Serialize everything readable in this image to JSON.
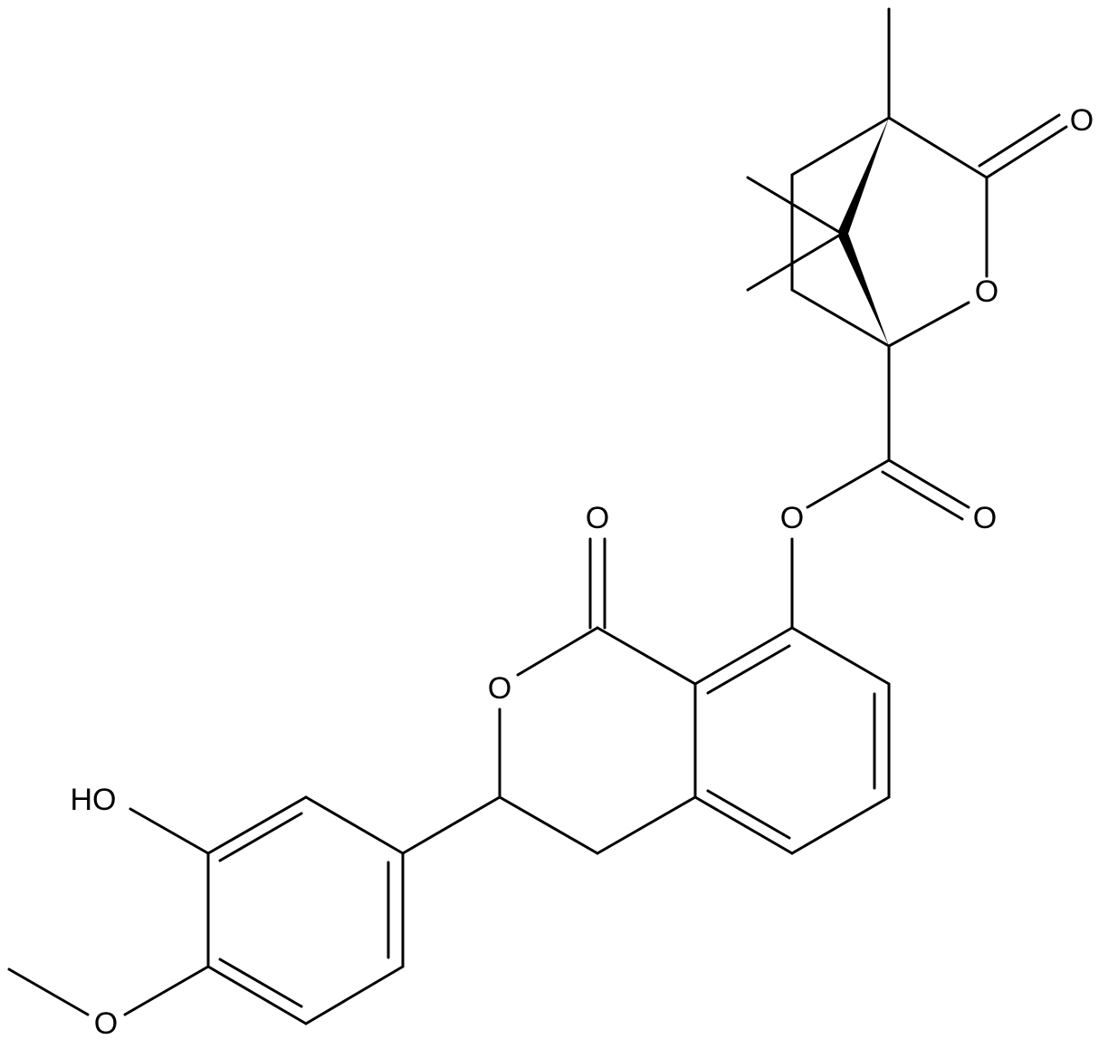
{
  "molecule": {
    "atom_labels": {
      "ketone_o_top": "O",
      "ring_o_right": "O",
      "carbonyl_o_ester": "O",
      "ester_o": "O",
      "lactone_carbonyl_o": "O",
      "lactone_ring_o": "O",
      "hydroxy": "HO",
      "methoxy_o": "O"
    }
  },
  "colors": {
    "bond": "#000000",
    "background": "#ffffff"
  }
}
